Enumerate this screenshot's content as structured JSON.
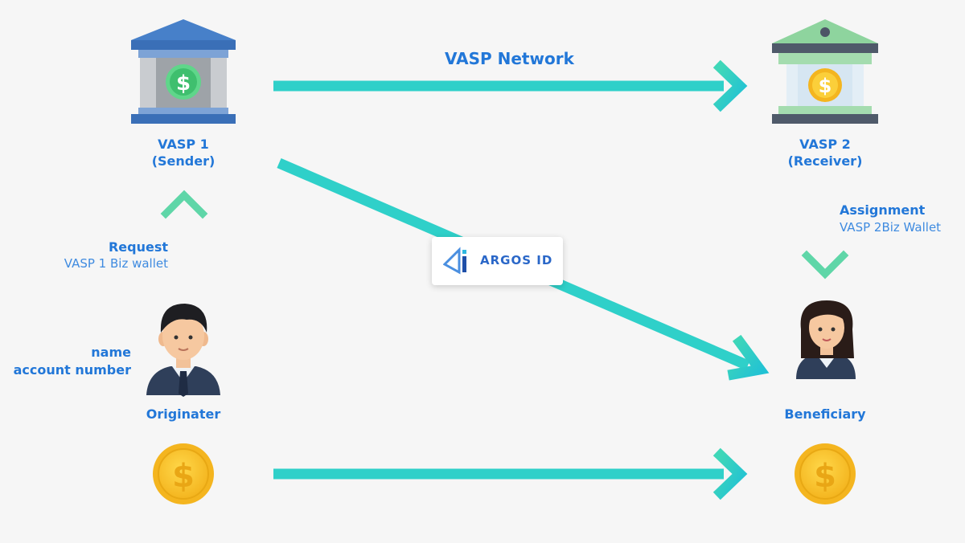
{
  "colors": {
    "arrow": "#2fd0c9",
    "arrow_gradient_end": "#62d8a0",
    "label_blue": "#2277d8",
    "bank1_roof": "#3f7ac6",
    "bank2_roof": "#7fd09a",
    "coin": "#f8c22c",
    "background": "#f6f6f6"
  },
  "top": {
    "network_label": "VASP Network"
  },
  "vasp1": {
    "name": "VASP 1",
    "role": "(Sender)",
    "icon": "bank-dollar-icon"
  },
  "vasp2": {
    "name": "VASP 2",
    "role": "(Receiver)",
    "icon": "bank-coin-icon"
  },
  "request": {
    "title": "Request",
    "detail": "VASP 1 Biz wallet"
  },
  "assignment": {
    "title": "Assignment",
    "detail": "VASP 2Biz Wallet"
  },
  "originator": {
    "label": "Originater",
    "info_line1": "name",
    "info_line2": "account number",
    "icon": "businessman-icon"
  },
  "beneficiary": {
    "label": "Beneficiary",
    "icon": "businesswoman-icon"
  },
  "argos": {
    "label": "ARGOS ID",
    "icon": "argos-logo-icon"
  },
  "coins": {
    "icon": "dollar-coin-icon"
  }
}
